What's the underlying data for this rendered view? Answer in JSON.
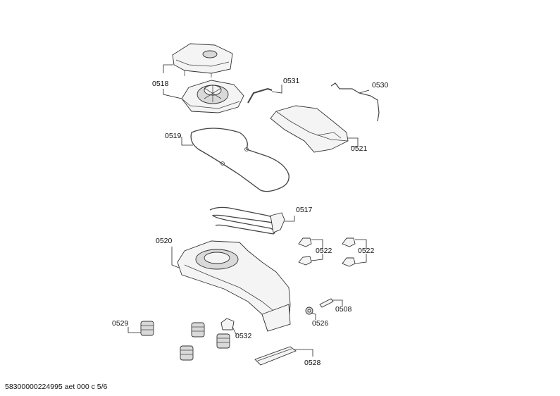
{
  "callouts": [
    {
      "id": "c0518",
      "label": "0518"
    },
    {
      "id": "c0531",
      "label": "0531"
    },
    {
      "id": "c0530",
      "label": "0530"
    },
    {
      "id": "c0519",
      "label": "0519"
    },
    {
      "id": "c0521",
      "label": "0521"
    },
    {
      "id": "c0517",
      "label": "0517"
    },
    {
      "id": "c0520",
      "label": "0520"
    },
    {
      "id": "c0522a",
      "label": "0522"
    },
    {
      "id": "c0522b",
      "label": "0522"
    },
    {
      "id": "c0508",
      "label": "0508"
    },
    {
      "id": "c0526",
      "label": "0526"
    },
    {
      "id": "c0529",
      "label": "0529"
    },
    {
      "id": "c0532",
      "label": "0532"
    },
    {
      "id": "c0528",
      "label": "0528"
    }
  ],
  "footer": {
    "text": "58300000224995 aet 000 c 5/6"
  }
}
